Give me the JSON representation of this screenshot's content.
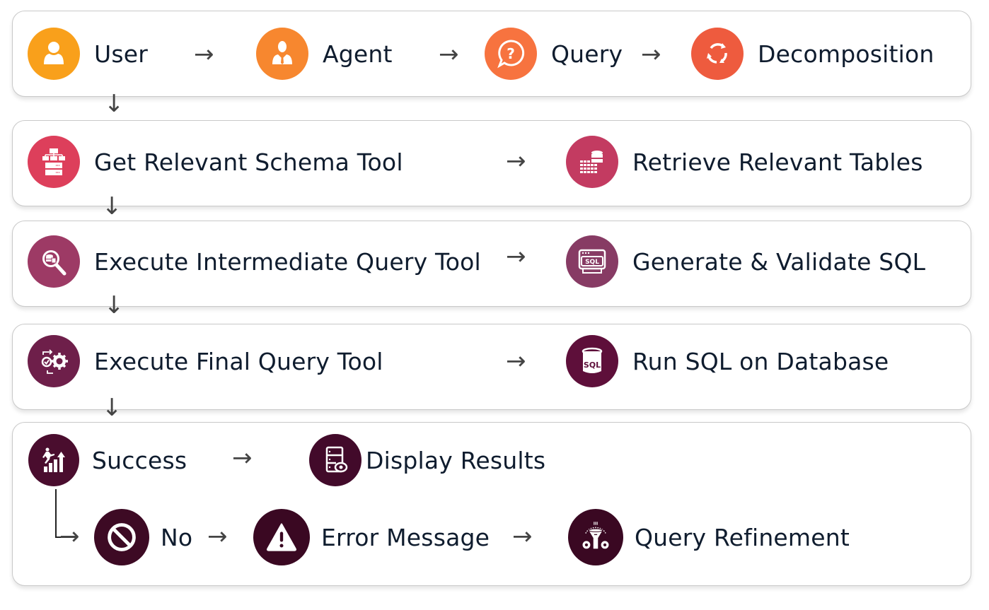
{
  "colors": {
    "user": "#F9A01B",
    "agent": "#F7872F",
    "query": "#F7733F",
    "decomposition": "#EE5B3E",
    "schema_tool": "#DD3F5B",
    "retrieve_tables": "#C33B61",
    "intermediate_tool": "#9D3A65",
    "generate_sql": "#873B64",
    "final_tool": "#6E1F4A",
    "run_sql": "#5E0F3A",
    "success": "#4A0D2E",
    "display_results": "#420A2A",
    "no": "#3D0A24",
    "error": "#3A0822",
    "refinement": "#3A0822",
    "text": "#0F1C2E",
    "arrow": "#444444"
  },
  "arrows": {
    "right": "→",
    "down": "↓"
  },
  "rows": [
    {
      "nodes": [
        {
          "label": "User",
          "icon": "user-icon"
        },
        {
          "label": "Agent",
          "icon": "agent-icon"
        },
        {
          "label": "Query",
          "icon": "question-icon"
        },
        {
          "label": "Decomposition",
          "icon": "refresh-icon"
        }
      ]
    },
    {
      "nodes": [
        {
          "label": "Get Relevant Schema Tool",
          "icon": "schema-icon"
        },
        {
          "label": "Retrieve Relevant Tables",
          "icon": "table-database-icon"
        }
      ]
    },
    {
      "nodes": [
        {
          "label": "Execute Intermediate Query Tool",
          "icon": "search-database-icon"
        },
        {
          "label": "Generate & Validate SQL",
          "icon": "sql-window-icon"
        }
      ]
    },
    {
      "nodes": [
        {
          "label": "Execute Final Query Tool",
          "icon": "check-gear-icon"
        },
        {
          "label": "Run SQL on Database",
          "icon": "sql-database-icon"
        }
      ]
    },
    {
      "nodes": [
        {
          "label": "Success",
          "icon": "growth-icon"
        },
        {
          "label": "Display Results",
          "icon": "view-results-icon"
        },
        {
          "label": "No",
          "icon": "prohibited-icon"
        },
        {
          "label": "Error Message",
          "icon": "warning-icon"
        },
        {
          "label": "Query Refinement",
          "icon": "funnel-gear-icon"
        }
      ]
    }
  ]
}
